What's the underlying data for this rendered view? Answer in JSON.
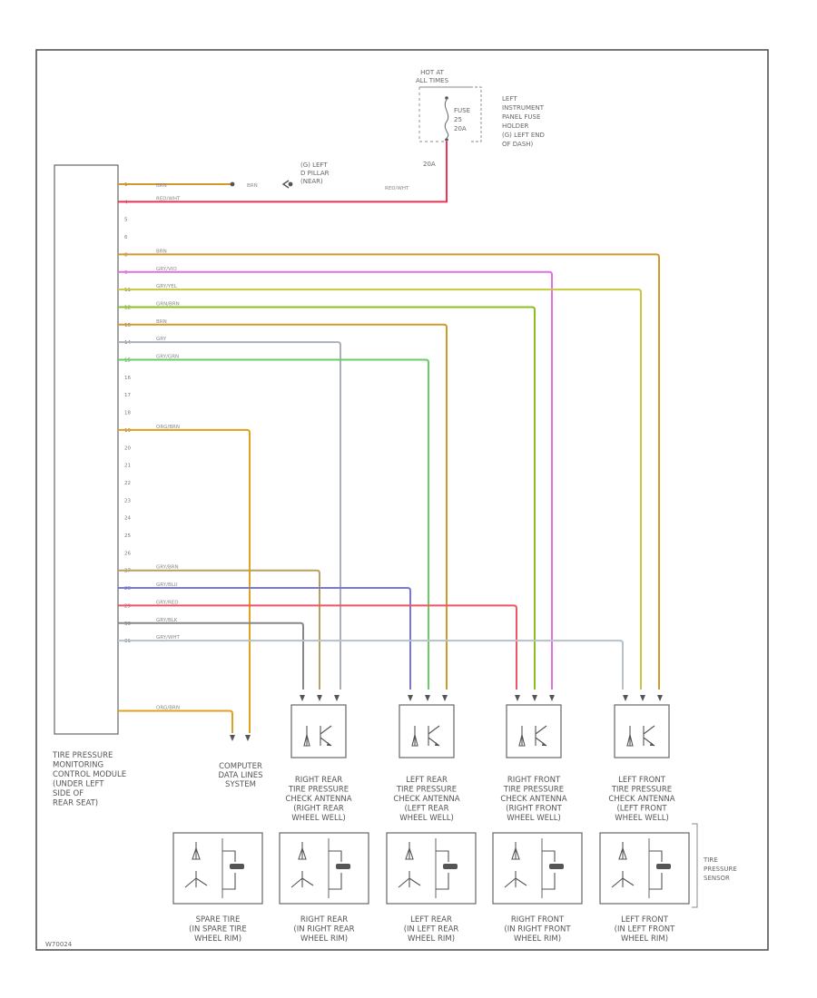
{
  "module": {
    "label": [
      "TIRE PRESSURE",
      "MONITORING",
      "CONTROL MODULE",
      "(UNDER LEFT",
      "SIDE OF",
      "REAR SEAT)"
    ],
    "pins": [
      "1",
      "4",
      "5",
      "6",
      "8",
      "9",
      "11",
      "12",
      "13",
      "14",
      "15",
      "16",
      "17",
      "18",
      "19",
      "20",
      "21",
      "22",
      "23",
      "24",
      "25",
      "26",
      "27",
      "28",
      "29",
      "30",
      "31"
    ]
  },
  "ground": {
    "label": [
      "(G) LEFT",
      "D PILLAR",
      "(NEAR)"
    ],
    "wire_left": "BRN",
    "wire_right": "BRN"
  },
  "power": {
    "label": [
      "HOT AT",
      "ALL TIMES"
    ],
    "fuse": [
      "FUSE",
      "25",
      "20A"
    ],
    "fuse_holder": [
      "LEFT",
      "INSTRUMENT",
      "PANEL FUSE",
      "HOLDER",
      "(G) LEFT END",
      "OF DASH)"
    ],
    "amp": "20A",
    "wire": "RED/WHT"
  },
  "wires": [
    {
      "label": "BRN",
      "color": "#d29a28"
    },
    {
      "label": "RED/WHT",
      "color": "#ee3355"
    },
    {
      "label": "BRN",
      "color": "#d29a28"
    },
    {
      "label": "GRY/VIO",
      "color": "#e070e0"
    },
    {
      "label": "GRY/YEL",
      "color": "#c8c840"
    },
    {
      "label": "GRN/BRN",
      "color": "#88c020"
    },
    {
      "label": "BRN",
      "color": "#d29a28"
    },
    {
      "label": "GRY",
      "color": "#aab0b8"
    },
    {
      "label": "GRY/GRN",
      "color": "#66cc66"
    },
    {
      "label": "ORG/BRN",
      "color": "#e0a020"
    },
    {
      "label": "GRY/BRN",
      "color": "#b8a060"
    },
    {
      "label": "GRY/BLU",
      "color": "#7777dd"
    },
    {
      "label": "GRY/RED",
      "color": "#ee5566"
    },
    {
      "label": "GRY/BLK",
      "color": "#888888"
    },
    {
      "label": "GRY/WHT",
      "color": "#b8c0c8"
    },
    {
      "label": "ORG/BRN",
      "color": "#e0a020"
    }
  ],
  "data_link": {
    "label": [
      "COMPUTER",
      "DATA LINES",
      "SYSTEM"
    ]
  },
  "antennas": [
    {
      "label": [
        "RIGHT REAR",
        "TIRE PRESSURE",
        "CHECK ANTENNA",
        "(RIGHT REAR",
        "WHEEL WELL)"
      ]
    },
    {
      "label": [
        "LEFT REAR",
        "TIRE PRESSURE",
        "CHECK ANTENNA",
        "(LEFT REAR",
        "WHEEL WELL)"
      ]
    },
    {
      "label": [
        "RIGHT FRONT",
        "TIRE PRESSURE",
        "CHECK ANTENNA",
        "(RIGHT FRONT",
        "WHEEL WELL)"
      ]
    },
    {
      "label": [
        "LEFT FRONT",
        "TIRE PRESSURE",
        "CHECK ANTENNA",
        "(LEFT FRONT",
        "WHEEL WELL)"
      ]
    }
  ],
  "sensors": [
    {
      "label": [
        "SPARE TIRE",
        "(IN SPARE TIRE",
        "WHEEL RIM)"
      ]
    },
    {
      "label": [
        "RIGHT REAR",
        "(IN RIGHT REAR",
        "WHEEL RIM)"
      ]
    },
    {
      "label": [
        "LEFT REAR",
        "(IN LEFT REAR",
        "WHEEL RIM)"
      ]
    },
    {
      "label": [
        "RIGHT FRONT",
        "(IN RIGHT FRONT",
        "WHEEL RIM)"
      ]
    },
    {
      "label": [
        "LEFT FRONT",
        "(IN LEFT FRONT",
        "WHEEL RIM)"
      ]
    }
  ],
  "sensor_group_label": [
    "TIRE",
    "PRESSURE",
    "SENSOR"
  ],
  "figure_id": "W70024"
}
